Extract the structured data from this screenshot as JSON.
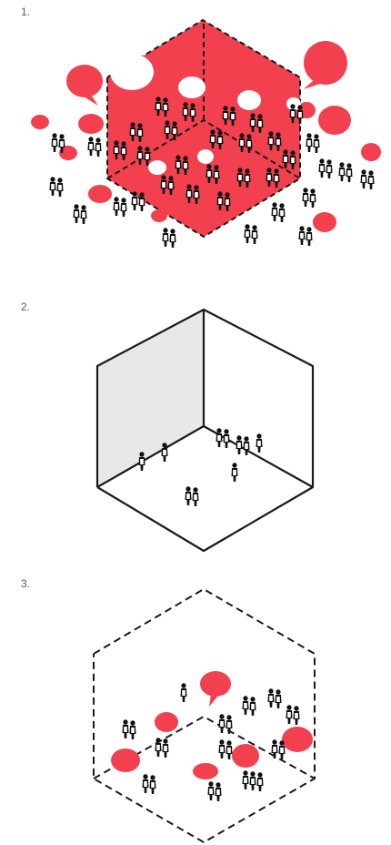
{
  "panels": [
    {
      "label": "1."
    },
    {
      "label": "2."
    },
    {
      "label": "3."
    }
  ],
  "colors": {
    "accent": "#f2404f",
    "line": "#1a1a1a",
    "wall_shade": "#e6e6e6",
    "background": "#ffffff"
  }
}
